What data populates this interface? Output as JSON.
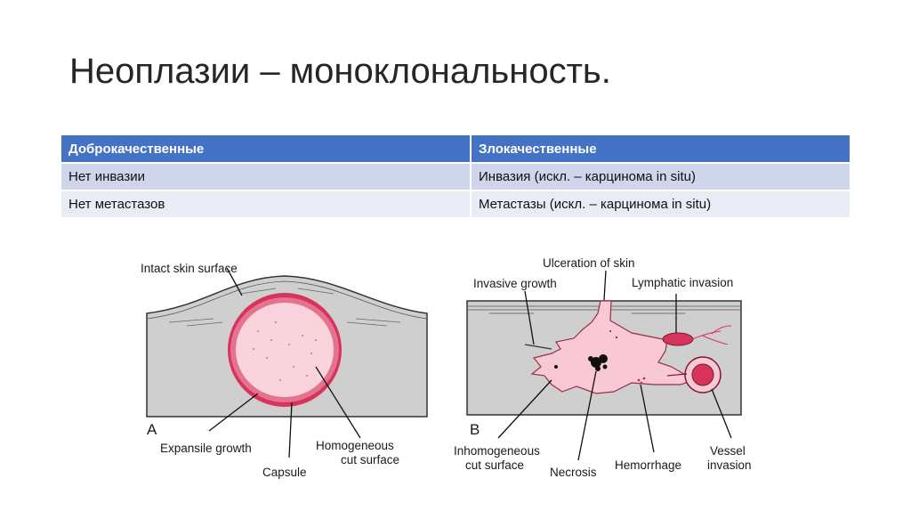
{
  "slide": {
    "title": "Неоплазии – моноклональность."
  },
  "table": {
    "headers": [
      "Доброкачественные",
      "Злокачественные"
    ],
    "rows": [
      [
        "Нет инвазии",
        "Инвазия (искл. – карцинома in situ)"
      ],
      [
        "Нет метастазов",
        "Метастазы (искл. – карцинома in situ)"
      ]
    ],
    "colors": {
      "header": "#4472c4",
      "row1": "#cfd5ea",
      "row2": "#e9ebf5"
    }
  },
  "figure": {
    "panel_a": {
      "letter": "A",
      "labels": {
        "intact_skin": "Intact skin surface",
        "expansile_1": "Expansile growth",
        "capsule": "Capsule",
        "homog_1": "Homogeneous",
        "homog_2": "cut surface"
      }
    },
    "panel_b": {
      "letter": "B",
      "labels": {
        "ulceration": "Ulceration of skin",
        "invasive": "Invasive growth",
        "lymphatic": "Lymphatic invasion",
        "inhomog_1": "Inhomogeneous",
        "inhomog_2": "cut surface",
        "necrosis": "Necrosis",
        "hemorrhage": "Hemorrhage",
        "vessel_1": "Vessel",
        "vessel_2": "invasion"
      }
    },
    "colors": {
      "tissue": "#cfcfcf",
      "tumor_pink": "#f8c8d4",
      "capsule_red": "#d6345b"
    }
  }
}
